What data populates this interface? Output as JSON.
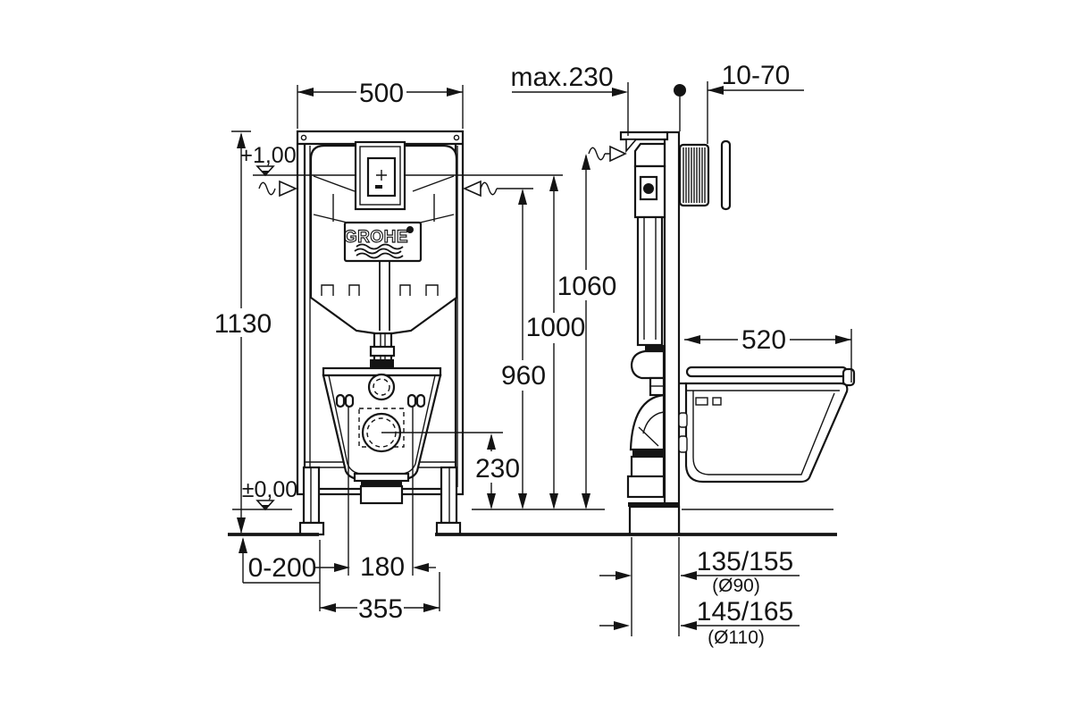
{
  "brand": {
    "logo": "GROHE"
  },
  "front_view": {
    "frame_width": "500",
    "frame_height": "1130",
    "level_top": "+1,00",
    "level_floor": "±0,00",
    "outlet_height": "230",
    "supply_height": "960",
    "meter_height": "1000",
    "bracket_height": "1060",
    "foot_range": "0-200",
    "bolt_spacing": "180",
    "base_width": "355"
  },
  "side_view": {
    "max_depth": "max.230",
    "wall_range": "10-70",
    "bowl_depth": "520",
    "drain_offset_90": "135/155",
    "drain_pipe_90": "(Ø90)",
    "drain_offset_110": "145/165",
    "drain_pipe_110": "(Ø110)"
  }
}
